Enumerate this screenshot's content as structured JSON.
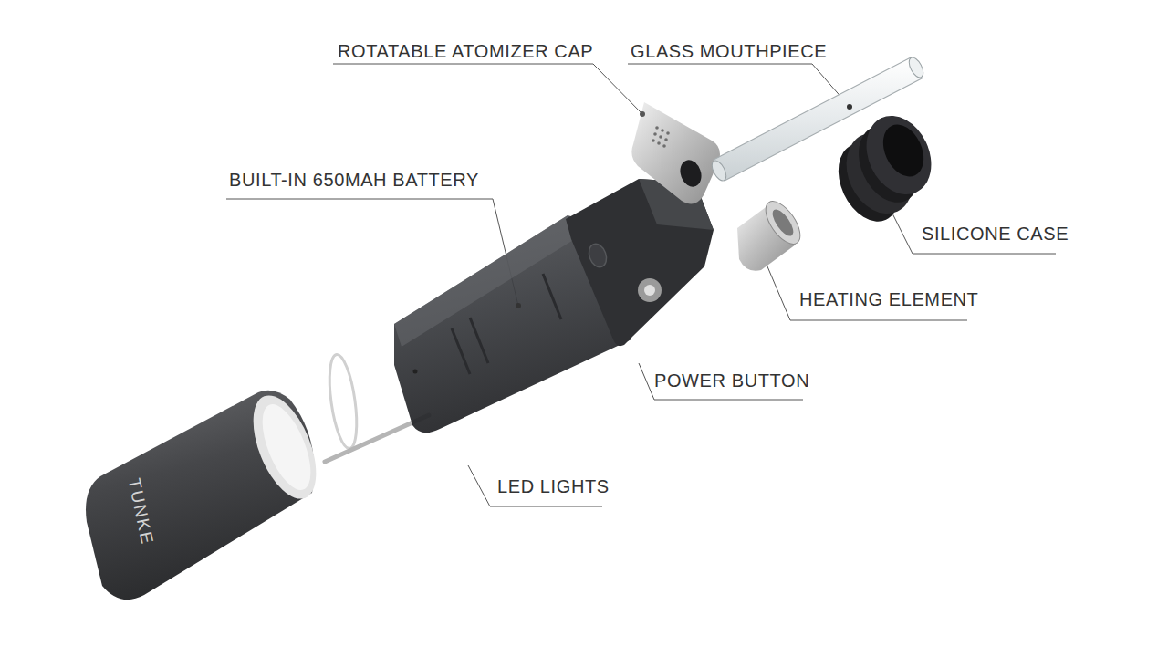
{
  "diagram": {
    "labels": [
      "ROTATABLE ATOMIZER CAP",
      "GLASS MOUTHPIECE",
      "BUILT-IN 650MAH BATTERY",
      "SILICONE CASE",
      "HEATING ELEMENT",
      "POWER BUTTON",
      "LED LIGHTS",
      "TUNKE"
    ]
  }
}
